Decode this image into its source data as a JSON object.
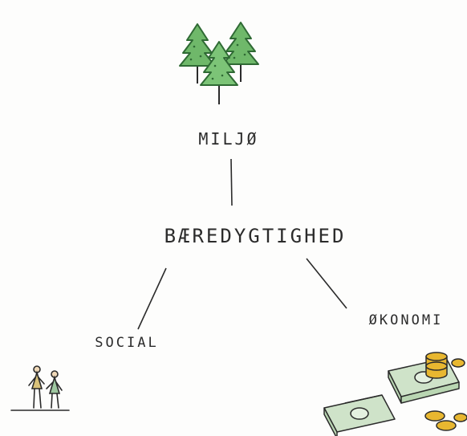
{
  "nodes": {
    "top": {
      "label": "MILJØ"
    },
    "center": {
      "label": "BÆREDYGTIGHED"
    },
    "left": {
      "label": "SOCIAL"
    },
    "right": {
      "label": "ØKONOMI"
    }
  },
  "icons": {
    "top": "trees-icon",
    "left": "people-icon",
    "right": "money-icon"
  },
  "colors": {
    "ink": "#2b2b2b",
    "tree_green": "#6fb86a",
    "tree_dark": "#2f6a34",
    "money_green": "#cfe3c9",
    "coin_gold": "#e8b730"
  }
}
